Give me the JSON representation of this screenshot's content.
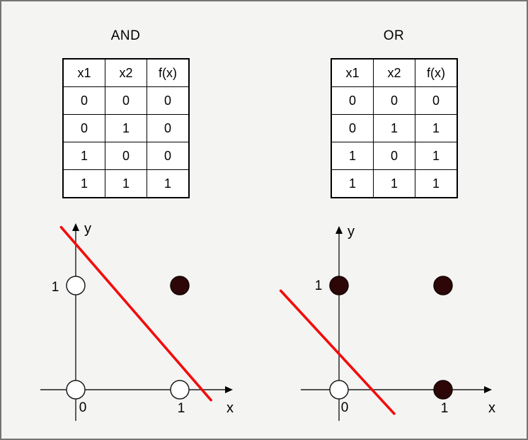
{
  "page": {
    "background": "#f4f4f3",
    "border_color": "#757575"
  },
  "panels": [
    {
      "title": "AND",
      "table": {
        "headers": [
          "x1",
          "x2",
          "f(x)"
        ],
        "rows": [
          [
            "0",
            "0",
            "0"
          ],
          [
            "0",
            "1",
            "0"
          ],
          [
            "1",
            "0",
            "0"
          ],
          [
            "1",
            "1",
            "1"
          ]
        ]
      }
    },
    {
      "title": "OR",
      "table": {
        "headers": [
          "x1",
          "x2",
          "f(x)"
        ],
        "rows": [
          [
            "0",
            "0",
            "0"
          ],
          [
            "0",
            "1",
            "1"
          ],
          [
            "1",
            "0",
            "1"
          ],
          [
            "1",
            "1",
            "1"
          ]
        ]
      }
    }
  ],
  "chart_data": [
    {
      "type": "scatter",
      "title": "AND",
      "xlabel": "x",
      "ylabel": "y",
      "xlim": [
        0,
        1
      ],
      "ylim": [
        0,
        1
      ],
      "grid": false,
      "x_ticks": [
        {
          "value": 0,
          "label": "0"
        },
        {
          "value": 1,
          "label": "1"
        }
      ],
      "y_ticks": [
        {
          "value": 1,
          "label": "1"
        }
      ],
      "point_fill_open": "#ffffff",
      "point_fill_filled": "#2d0707",
      "points": [
        {
          "x": 0,
          "y": 0,
          "f": 0,
          "class": "open"
        },
        {
          "x": 0,
          "y": 1,
          "f": 0,
          "class": "open"
        },
        {
          "x": 1,
          "y": 0,
          "f": 0,
          "class": "open"
        },
        {
          "x": 1,
          "y": 1,
          "f": 1,
          "class": "filled"
        }
      ],
      "separator_line": {
        "color": "#f40b0b",
        "from": [
          -0.14,
          1.56
        ],
        "to": [
          1.3,
          -0.1
        ]
      }
    },
    {
      "type": "scatter",
      "title": "OR",
      "xlabel": "x",
      "ylabel": "y",
      "xlim": [
        0,
        1
      ],
      "ylim": [
        0,
        1
      ],
      "grid": false,
      "x_ticks": [
        {
          "value": 0,
          "label": "0"
        },
        {
          "value": 1,
          "label": "1"
        }
      ],
      "y_ticks": [
        {
          "value": 1,
          "label": "1"
        }
      ],
      "point_fill_open": "#ffffff",
      "point_fill_filled": "#2d0707",
      "points": [
        {
          "x": 0,
          "y": 0,
          "f": 0,
          "class": "open"
        },
        {
          "x": 0,
          "y": 1,
          "f": 1,
          "class": "filled"
        },
        {
          "x": 1,
          "y": 0,
          "f": 1,
          "class": "filled"
        },
        {
          "x": 1,
          "y": 1,
          "f": 1,
          "class": "filled"
        }
      ],
      "separator_line": {
        "color": "#f40b0b",
        "from": [
          -0.56,
          0.95
        ],
        "to": [
          0.53,
          -0.23
        ]
      }
    }
  ]
}
